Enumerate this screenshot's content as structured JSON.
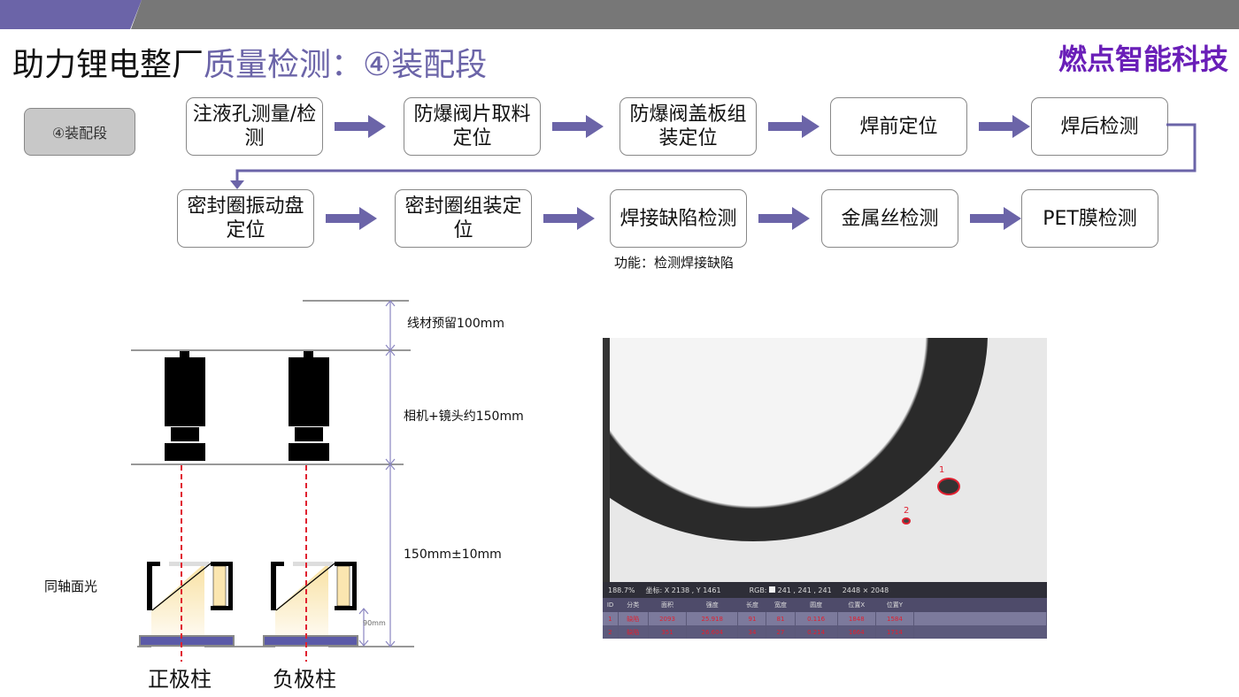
{
  "header": {
    "title_black": "助力锂电整厂",
    "title_purple": "质量检测：④装配段",
    "brand": "燃点智能科技"
  },
  "stage_label": "④装配段",
  "steps_row1": [
    "注液孔测量/检测",
    "防爆阀片取料定位",
    "防爆阀盖板组装定位",
    "焊前定位",
    "焊后检测"
  ],
  "steps_row2": [
    "密封圈振动盘定位",
    "密封圈组装定位",
    "焊接缺陷检测",
    "金属丝检测",
    "PET膜检测"
  ],
  "function_note": "功能：检测焊接缺陷",
  "diagram": {
    "dim1": "线材预留100mm",
    "dim2": "相机+镜头约150mm",
    "dim3": "150mm±10mm",
    "dim4": "90mm",
    "light_label": "同轴面光",
    "pos_label": "正极柱",
    "neg_label": "负极柱"
  },
  "inspection": {
    "defect_marks": [
      "1",
      "2"
    ],
    "status": {
      "zoom": "188.7%",
      "coord": "坐标:  X 2138 , Y 1461",
      "rgb": "RGB:",
      "rgb_val": "241 , 241 , 241",
      "size": "2448 × 2048"
    },
    "columns": [
      "ID",
      "分类",
      "面积",
      "强度",
      "长度",
      "宽度",
      "圆度",
      "位置X",
      "位置Y"
    ],
    "rows": [
      [
        "1",
        "缺陷",
        "2093",
        "25.918",
        "91",
        "81",
        "0.116",
        "1848",
        "1584"
      ],
      [
        "2",
        "缺陷",
        "351",
        "26.604",
        "34",
        "27",
        "0.214",
        "1664",
        "1714"
      ]
    ]
  },
  "colors": {
    "accent": "#6b64a8",
    "brand": "#6a1fb8",
    "defect": "#e02030"
  }
}
